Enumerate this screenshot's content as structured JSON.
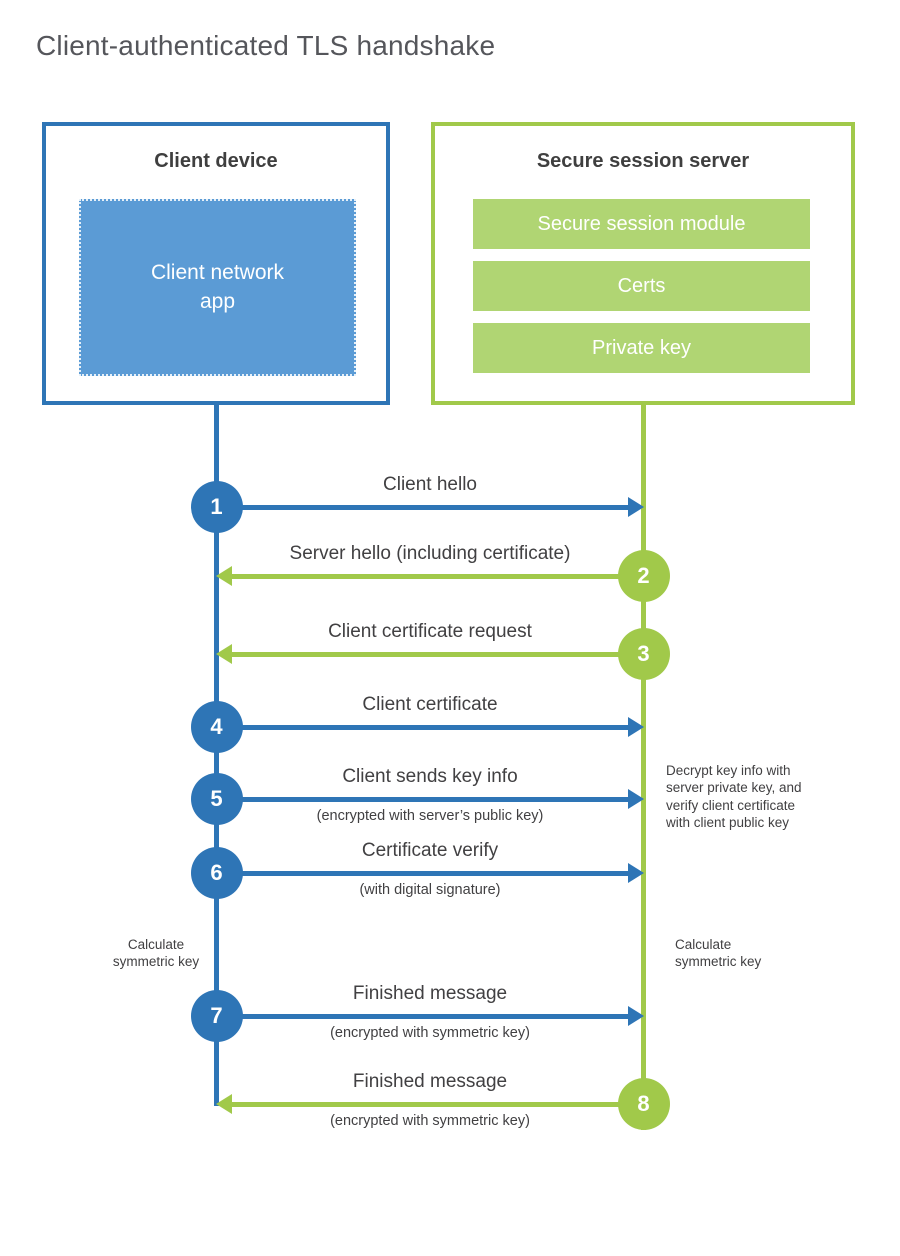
{
  "title": "Client-authenticated TLS handshake",
  "colors": {
    "blue": "#2e75b6",
    "blue_fill": "#5b9bd5",
    "green": "#a1c94a",
    "green_fill": "#b0d573",
    "heading_text": "#3f3f3f",
    "title_text": "#55565b"
  },
  "actors": {
    "client": {
      "title": "Client device",
      "component": "Client network\napp"
    },
    "server": {
      "title": "Secure session server",
      "components": [
        "Secure session module",
        "Certs",
        "Private key"
      ]
    }
  },
  "steps": [
    {
      "num": "1",
      "from": "client",
      "label": "Client hello",
      "sublabel": ""
    },
    {
      "num": "2",
      "from": "server",
      "label": "Server hello (including certificate)",
      "sublabel": ""
    },
    {
      "num": "3",
      "from": "server",
      "label": "Client certificate request",
      "sublabel": ""
    },
    {
      "num": "4",
      "from": "client",
      "label": "Client certificate",
      "sublabel": ""
    },
    {
      "num": "5",
      "from": "client",
      "label": "Client sends key info",
      "sublabel": "(encrypted with server’s public key)"
    },
    {
      "num": "6",
      "from": "client",
      "label": "Certificate verify",
      "sublabel": "(with digital signature)"
    },
    {
      "num": "7",
      "from": "client",
      "label": "Finished message",
      "sublabel": "(encrypted with symmetric key)"
    },
    {
      "num": "8",
      "from": "server",
      "label": "Finished message",
      "sublabel": "(encrypted with symmetric key)"
    }
  ],
  "notes": {
    "decrypt": "Decrypt key info with\nserver private key, and\nverify client certificate\nwith client public key",
    "calc_left": "Calculate\nsymmetric key",
    "calc_right": "Calculate\nsymmetric key"
  }
}
